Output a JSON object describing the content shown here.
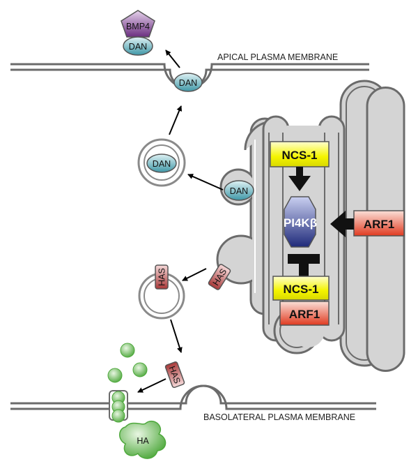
{
  "labels": {
    "apical": "APICAL PLASMA MEMBRANE",
    "basolateral": "BASOLATERAL PLASMA MEMBRANE"
  },
  "proteins": {
    "bmp4": "BMP4",
    "dan": "DAN",
    "has": "HAS",
    "ha": "HA",
    "ncs1": "NCS-1",
    "arf1": "ARF1",
    "pi4kb": "PI4Kβ"
  },
  "colors": {
    "membrane": "#6b6b6b",
    "golgi_fill": "#d4d4d4",
    "dan": "#4fa3b2",
    "bmp4": "#7a3f8c",
    "has": "#b84a4a",
    "ha": "#5cb04a",
    "ncs1": "#f2f200",
    "arf1": "#e8402a",
    "pi4kb": "#2e3a8c"
  }
}
